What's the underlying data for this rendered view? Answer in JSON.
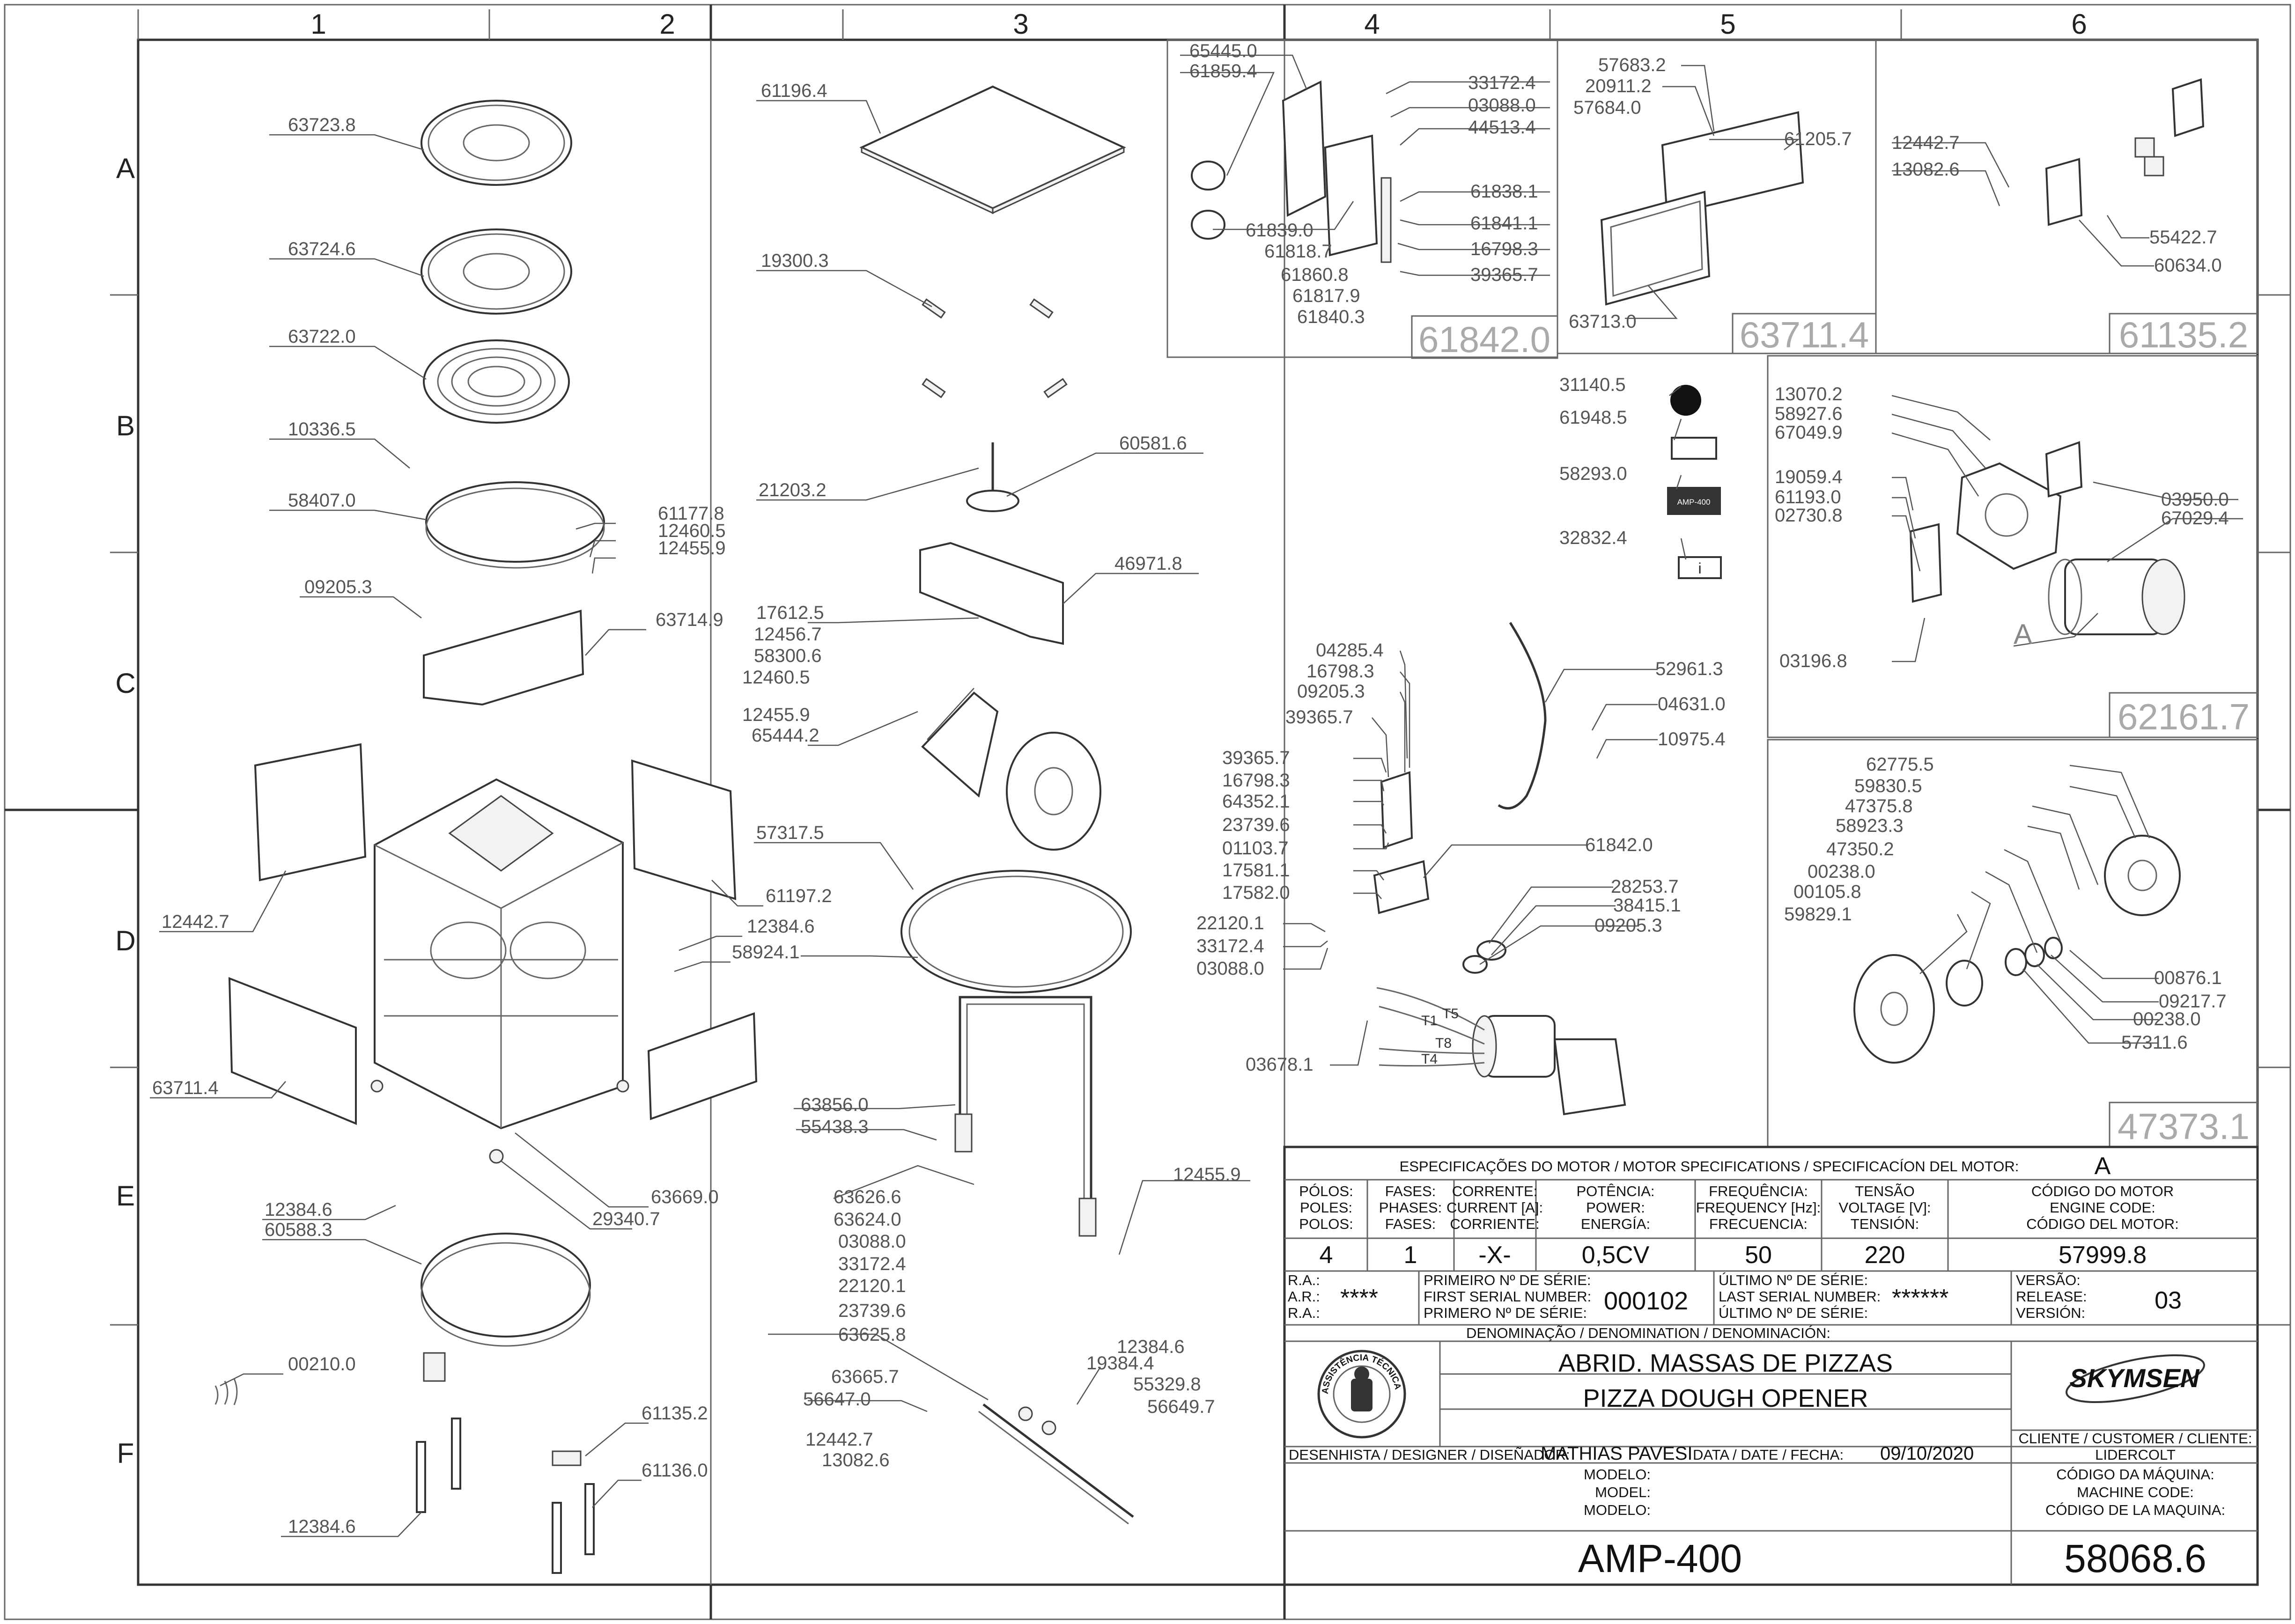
{
  "zones": {
    "columns": [
      "1",
      "2",
      "3",
      "4",
      "5",
      "6"
    ],
    "rows": [
      "A",
      "B",
      "C",
      "D",
      "E",
      "F"
    ]
  },
  "part_numbers": [
    "63723.8",
    "63724.6",
    "63722.0",
    "10336.5",
    "58407.0",
    "61177.8",
    "12460.5",
    "12455.9",
    "09205.3",
    "63714.9",
    "12442.7",
    "61197.2",
    "12384.6",
    "58924.1",
    "63711.4",
    "63669.0",
    "29340.7",
    "12384.6",
    "60588.3",
    "00210.0",
    "61135.2",
    "61136.0",
    "12384.6",
    "61196.4",
    "19300.3",
    "21203.2",
    "60581.6",
    "46971.8",
    "17612.5",
    "12456.7",
    "58300.6",
    "12460.5",
    "12455.9",
    "65444.2",
    "57317.5",
    "63856.0",
    "55438.3",
    "63626.6",
    "63624.0",
    "03088.0",
    "33172.4",
    "22120.1",
    "23739.6",
    "63625.8",
    "12455.9",
    "12384.6",
    "19384.4",
    "63665.7",
    "56647.0",
    "55329.8",
    "56649.7",
    "12442.7",
    "13082.6",
    "65445.0",
    "61859.4",
    "33172.4",
    "03088.0",
    "44513.4",
    "61838.1",
    "61839.0",
    "61841.1",
    "61818.7",
    "16798.3",
    "61860.8",
    "39365.7",
    "61817.9",
    "61840.3",
    "57683.2",
    "20911.2",
    "57684.0",
    "61205.7",
    "63713.0",
    "12442.7",
    "13082.6",
    "55422.7",
    "60634.0",
    "31140.5",
    "61948.5",
    "58293.0",
    "32832.4",
    "04285.4",
    "16798.3",
    "09205.3",
    "39365.7",
    "52961.3",
    "04631.0",
    "10975.4",
    "39365.7",
    "16798.3",
    "64352.1",
    "23739.6",
    "01103.7",
    "61842.0",
    "17581.1",
    "17582.0",
    "28253.7",
    "38415.1",
    "09205.3",
    "22120.1",
    "33172.4",
    "03088.0",
    "03678.1",
    "13070.2",
    "58927.6",
    "67049.9",
    "19059.4",
    "61193.0",
    "02730.8",
    "03950.0",
    "67029.4",
    "03196.8",
    "62775.5",
    "59830.5",
    "47375.8",
    "58923.3",
    "47350.2",
    "00238.0",
    "00105.8",
    "59829.1",
    "00876.1",
    "09217.7",
    "00238.0",
    "57311.6"
  ],
  "subassemblies": [
    "61842.0",
    "63711.4",
    "61135.2",
    "62161.7",
    "47373.1"
  ],
  "motor_label": "A",
  "wire_labels": [
    "T5",
    "T1",
    "T8",
    "T4"
  ],
  "sticker_text": "AMP-400",
  "title_block": {
    "motor_header": "ESPECIFICAÇÕES DO MOTOR / MOTOR SPECIFICATIONS / SPECIFICACÍON DEL MOTOR:",
    "motor_letter": "A",
    "columns": [
      {
        "l1": "PÓLOS:",
        "l2": "POLES:",
        "l3": "POLOS:",
        "value": "4"
      },
      {
        "l1": "FASES:",
        "l2": "PHASES:",
        "l3": "FASES:",
        "value": "1"
      },
      {
        "l1": "CORRENTE:",
        "l2": "CURRENT [A]:",
        "l3": "CORRIENTE:",
        "value": "-X-"
      },
      {
        "l1": "POTÊNCIA:",
        "l2": "POWER:",
        "l3": "ENERGÍA:",
        "value": "0,5CV"
      },
      {
        "l1": "FREQUÊNCIA:",
        "l2": "FREQUENCY [Hz]:",
        "l3": "FRECUENCIA:",
        "value": "50"
      },
      {
        "l1": "TENSÃO",
        "l2": "VOLTAGE [V]:",
        "l3": "TENSIÓN:",
        "value": "220"
      },
      {
        "l1": "CÓDIGO DO MOTOR",
        "l2": "ENGINE CODE:",
        "l3": "CÓDIGO DEL MOTOR:",
        "value": "57999.8"
      }
    ],
    "ra_labels": [
      "R.A.:",
      "A.R.:",
      "R.A.:"
    ],
    "ra_value": "****",
    "first_serial_labels": [
      "PRIMEIRO Nº DE SÉRIE:",
      "FIRST SERIAL NUMBER:",
      "PRIMERO Nº DE SÉRIE:"
    ],
    "first_serial": "000102",
    "last_serial_labels": [
      "ÚLTIMO Nº DE SÉRIE:",
      "LAST SERIAL NUMBER:",
      "ÚLTIMO Nº DE SÉRIE:"
    ],
    "last_serial": "******",
    "version_labels": [
      "VERSÃO:",
      "RELEASE:",
      "VERSIÓN:"
    ],
    "version": "03",
    "denomination_label": "DENOMINAÇÃO / DENOMINATION / DENOMINACIÓN:",
    "denomination_pt": "ABRID. MASSAS DE PIZZAS",
    "denomination_en": "PIZZA DOUGH OPENER",
    "seal_text": "ASSISTÊNCIA TÉCNICA AUTORIZADA",
    "brand": "SKYMSEN",
    "customer_label": "CLIENTE / CUSTOMER / CLIENTE:",
    "customer": "LIDERCOLT",
    "designer_label": "DESENHISTA / DESIGNER / DISEÑADOR:",
    "designer": "MATHIAS PAVESI",
    "date_label": "DATA / DATE / FECHA:",
    "date": "09/10/2020",
    "model_labels": [
      "MODELO:",
      "MODEL:",
      "MODELO:"
    ],
    "model": "AMP-400",
    "machine_code_labels": [
      "CÓDIGO DA MÁQUINA:",
      "MACHINE CODE:",
      "CÓDIGO DE LA MAQUINA:"
    ],
    "machine_code": "58068.6"
  }
}
